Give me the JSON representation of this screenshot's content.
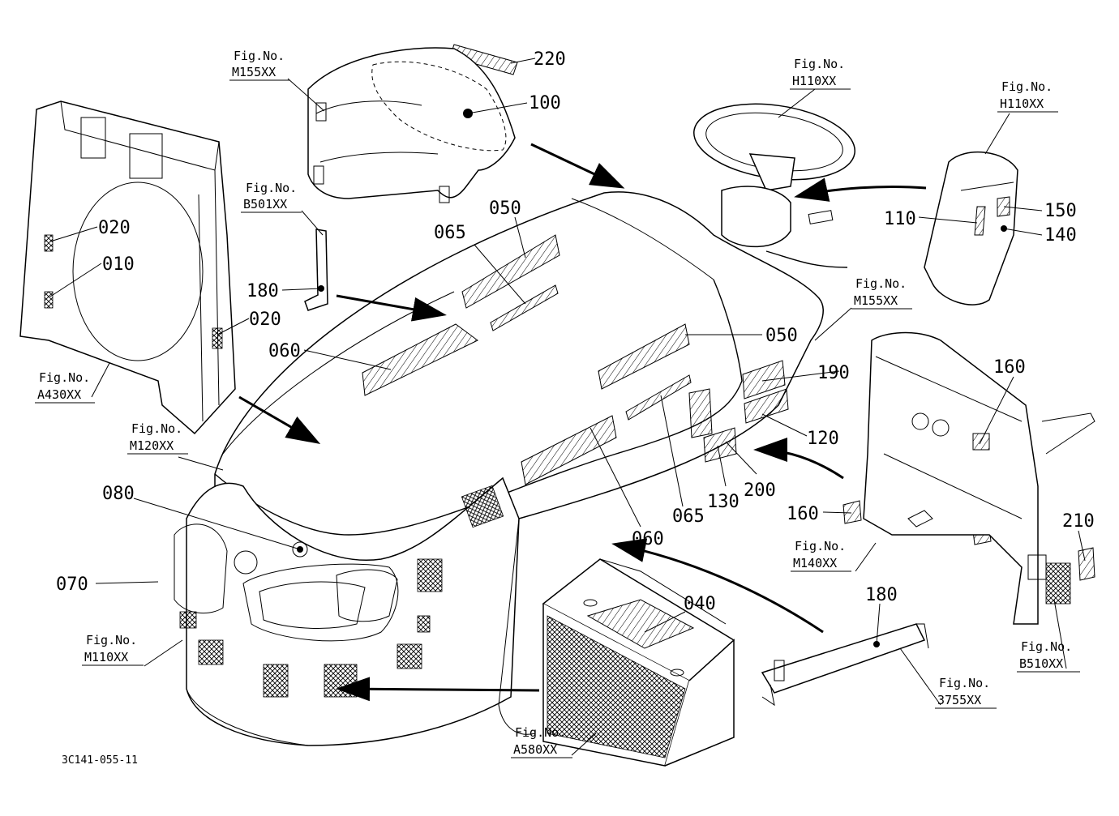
{
  "diagram": {
    "code": "3C141-055-11",
    "fig_refs": [
      {
        "line1": "Fig.No.",
        "line2": "M155XX"
      },
      {
        "line1": "Fig.No.",
        "line2": "B501XX"
      },
      {
        "line1": "Fig.No.",
        "line2": "A430XX"
      },
      {
        "line1": "Fig.No.",
        "line2": "M120XX"
      },
      {
        "line1": "Fig.No.",
        "line2": "M110XX"
      },
      {
        "line1": "Fig.No.",
        "line2": "A580XX"
      },
      {
        "line1": "Fig.No.",
        "line2": "H110XX"
      },
      {
        "line1": "Fig.No.",
        "line2": "H110XX"
      },
      {
        "line1": "Fig.No.",
        "line2": "M155XX"
      },
      {
        "line1": "Fig.No.",
        "line2": "M140XX"
      },
      {
        "line1": "Fig.No.",
        "line2": "3755XX"
      },
      {
        "line1": "Fig.No.",
        "line2": "B510XX"
      }
    ],
    "part_labels": [
      "220",
      "100",
      "020",
      "010",
      "020",
      "050",
      "065",
      "180",
      "060",
      "050",
      "190",
      "120",
      "130",
      "200",
      "065",
      "060",
      "080",
      "070",
      "040",
      "110",
      "150",
      "140",
      "160",
      "160",
      "210",
      "180"
    ]
  }
}
